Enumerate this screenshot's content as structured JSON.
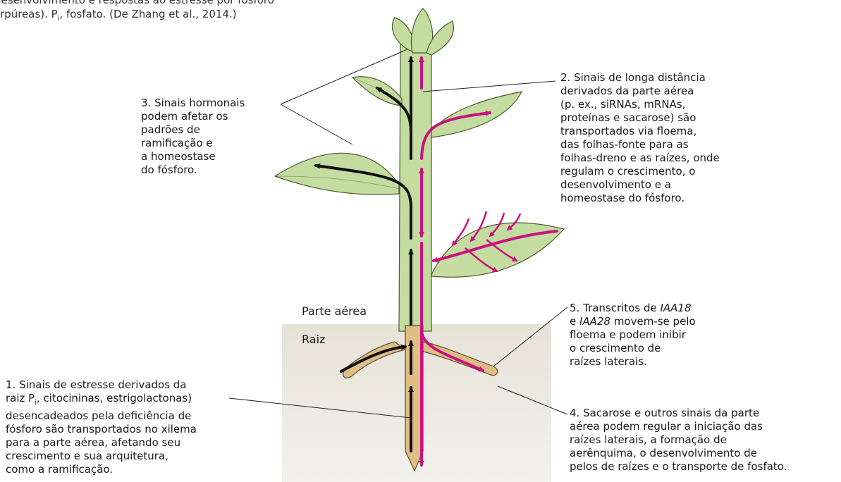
{
  "caption": {
    "line1": "desenvolvimento e respostas ao estresse por fósforo",
    "line2_pre": "rpúreas). P",
    "line2_sub": "i",
    "line2_post": ", fosfato. (De Zhang et al., 2014.)"
  },
  "regions": {
    "shoot": "Parte aérea",
    "root": "Raiz"
  },
  "annotations": {
    "a1": {
      "lines": [
        "1. Sinais de estresse derivados da",
        "desencadeados pela deficiência de",
        "fósforo são transportados no xilema",
        "para a parte aérea, afetando seu",
        "crescimento e sua arquitetura,",
        "como a ramificação."
      ],
      "line2_pre": "raiz P",
      "line2_sub": "i",
      "line2_post": ", citocininas, estrigolactonas)"
    },
    "a2": {
      "lines": [
        "2. Sinais de longa distância",
        "derivados da parte aérea",
        "(p. ex., siRNAs, mRNAs,",
        "proteínas e sacarose) são",
        "transportados via floema,",
        "das folhas-fonte para as",
        "folhas-dreno e as raízes, onde",
        "regulam o crescimento, o",
        "desenvolvimento e a",
        "homeostase do fósforo."
      ]
    },
    "a3": {
      "lines": [
        "3. Sinais hormonais",
        "podem afetar os",
        "padrões de",
        "ramificação e",
        "a homeostase",
        "do fósforo."
      ]
    },
    "a4": {
      "lines": [
        "4. Sacarose e outros sinais da parte",
        "aérea podem regular a iniciação das",
        "raízes laterais, a formação de",
        "aerênquima, o desenvolvimento de",
        "pelos de raízes e o transporte de fosfato."
      ]
    },
    "a5": {
      "l1_pre": "5. Transcritos de ",
      "l1_it": "IAA18",
      "l2_pre": "e ",
      "l2_it": "IAA28",
      "l2_post": " movem-se pelo",
      "lines": [
        "floema e podem inibir",
        "o crescimento de",
        "raízes laterais."
      ]
    }
  },
  "colors": {
    "leaf": "#c4dc9f",
    "leaf_stroke": "#4a5a2e",
    "root": "#dfbd84",
    "soil": "#e9e6dd",
    "phloem": "#c8127e",
    "xylem": "#111111"
  }
}
